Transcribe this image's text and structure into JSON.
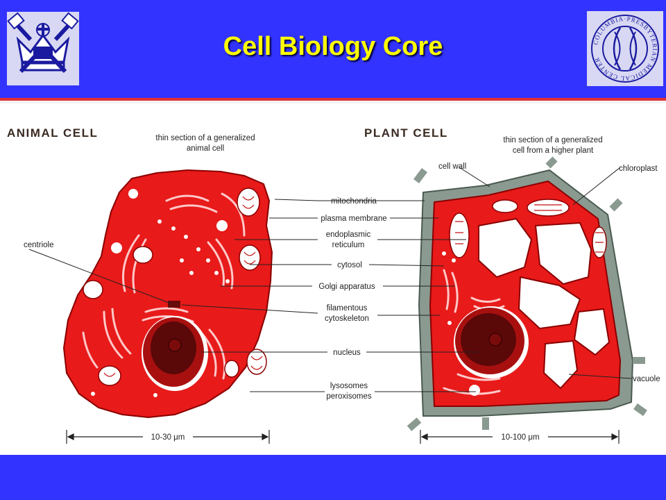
{
  "slide": {
    "title": "Cell Biology Core",
    "colors": {
      "background": "#3333ff",
      "title": "#ffff00",
      "cell_red": "#e81a1a",
      "cell_wall": "#8a9a90"
    }
  },
  "logos": {
    "left": {
      "icon": "columbia-crown-logo"
    },
    "right": {
      "icon": "columbia-presbyterian-seal-logo",
      "text": "COLUMBIA·PRESBYTERIAN MEDICAL CENTER"
    }
  },
  "diagram": {
    "animal": {
      "title": "ANIMAL CELL",
      "caption_line1": "thin section of a generalized",
      "caption_line2": "animal cell",
      "scale": "10-30 μm"
    },
    "plant": {
      "title": "PLANT CELL",
      "caption_line1": "thin section of a generalized",
      "caption_line2": "cell from a higher plant",
      "scale": "10-100 μm"
    },
    "labels": {
      "mitochondria": "mitochondria",
      "plasma_membrane": "plasma membrane",
      "er_line1": "endoplasmic",
      "er_line2": "reticulum",
      "cytosol": "cytosol",
      "golgi": "Golgi apparatus",
      "filamentous_line1": "filamentous",
      "filamentous_line2": "cytoskeleton",
      "nucleus": "nucleus",
      "lysosomes_line1": "lysosomes",
      "lysosomes_line2": "peroxisomes",
      "centriole": "centriole",
      "cell_wall": "cell wall",
      "chloroplast": "chloroplast",
      "vacuole": "vacuole"
    }
  }
}
